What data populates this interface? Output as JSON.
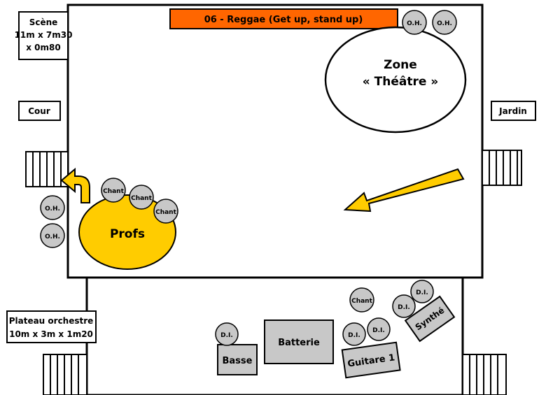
{
  "title": "06 - Reggae (Get up, stand up)",
  "scene_info": {
    "line1": "Scène",
    "line2": "11m x 7m30",
    "line3": "x 0m80"
  },
  "side_left": "Cour",
  "side_right": "Jardin",
  "zone_theatre": {
    "line1": "Zone",
    "line2": "« Théâtre »"
  },
  "profs": "Profs",
  "plateau_info": {
    "line1": "Plateau orchestre",
    "line2": "10m x 3m x 1m20"
  },
  "mics": {
    "oh": "O.H.",
    "chant": "Chant",
    "di": "D.I."
  },
  "instruments": {
    "batterie": "Batterie",
    "basse": "Basse",
    "guitare": "Guitare 1",
    "synthe": "Synthé"
  },
  "colors": {
    "title_bg": "#ff6600",
    "profs": "#ffcc00",
    "arrow": "#ffcc00",
    "mic_fill": "#c8c8c8",
    "instrument_fill": "#c8c8c8"
  }
}
